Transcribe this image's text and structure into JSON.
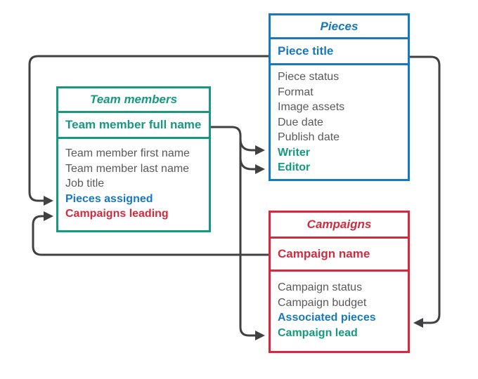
{
  "colors": {
    "blue": "#1879bd",
    "teal": "#15997f",
    "red": "#d22b3f",
    "plain_text": "#58595b",
    "connector": "#414042"
  },
  "tables": {
    "pieces": {
      "title": "Pieces",
      "key_field": "Piece title",
      "fields": [
        {
          "label": "Piece status",
          "style": "plain"
        },
        {
          "label": "Format",
          "style": "plain"
        },
        {
          "label": "Image assets",
          "style": "plain"
        },
        {
          "label": "Due date",
          "style": "plain"
        },
        {
          "label": "Publish date",
          "style": "plain"
        },
        {
          "label": "Writer",
          "style": "teal"
        },
        {
          "label": "Editor",
          "style": "teal"
        }
      ]
    },
    "team_members": {
      "title": "Team members",
      "key_field": "Team member full name",
      "fields": [
        {
          "label": "Team member first name",
          "style": "plain"
        },
        {
          "label": "Team member last name",
          "style": "plain"
        },
        {
          "label": "Job title",
          "style": "plain"
        },
        {
          "label": "Pieces assigned",
          "style": "blue"
        },
        {
          "label": "Campaigns leading",
          "style": "red"
        }
      ]
    },
    "campaigns": {
      "title": "Campaigns",
      "key_field": "Campaign name",
      "fields": [
        {
          "label": "Campaign status",
          "style": "plain"
        },
        {
          "label": "Campaign budget",
          "style": "plain"
        },
        {
          "label": "Associated pieces",
          "style": "blue"
        },
        {
          "label": "Campaign lead",
          "style": "teal"
        }
      ]
    }
  },
  "relationships": [
    {
      "from": "Piece title",
      "to": "Pieces assigned"
    },
    {
      "from": "Campaign name",
      "to": "Campaigns leading"
    },
    {
      "from": "Team member full name",
      "to": "Writer"
    },
    {
      "from": "Team member full name",
      "to": "Editor"
    },
    {
      "from": "Team member full name",
      "to": "Campaign lead"
    },
    {
      "from": "Piece title",
      "to": "Associated pieces"
    }
  ]
}
